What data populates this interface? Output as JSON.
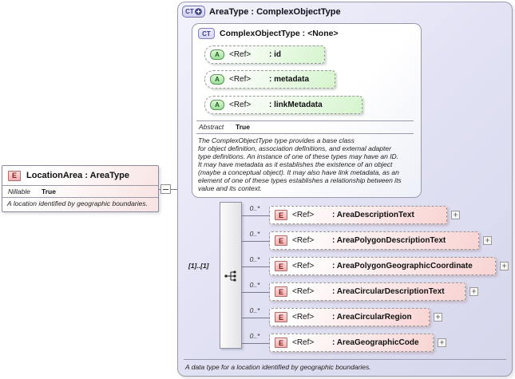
{
  "left_element": {
    "icon_label": "E",
    "title": "LocationArea : AreaType",
    "facet": {
      "name": "Nillable",
      "value": "True"
    },
    "description": "A location identified by geographic boundaries."
  },
  "panel": {
    "icon_label": "CT",
    "title": "AreaType : ComplexObjectType",
    "base_type": {
      "icon_label": "CT",
      "title": "ComplexObjectType : <None>",
      "attributes": [
        {
          "icon_label": "A",
          "ref": "<Ref>",
          "name": ": id"
        },
        {
          "icon_label": "A",
          "ref": "<Ref>",
          "name": ": metadata"
        },
        {
          "icon_label": "A",
          "ref": "<Ref>",
          "name": ": linkMetadata"
        }
      ],
      "facet": {
        "name": "Abstract",
        "value": "True"
      },
      "description": "The ComplexObjectType type provides a base class\nfor object definition, association definitions, and external adapter\ntype definitions. An instance of one of these types may have an ID.\nIt may have metadata as it establishes the existence of an object\n(maybe a conceptual object). It may also have link metadata, as an\nelement of one of these types establishes a relationship between its\nvalue and its context."
    },
    "sequence": {
      "cardinality": "[1]..[1]",
      "expand_label": "+",
      "elements": [
        {
          "occurs": "0..*",
          "icon_label": "E",
          "ref": "<Ref>",
          "name": ": AreaDescriptionText"
        },
        {
          "occurs": "0..*",
          "icon_label": "E",
          "ref": "<Ref>",
          "name": ": AreaPolygonDescriptionText"
        },
        {
          "occurs": "0..*",
          "icon_label": "E",
          "ref": "<Ref>",
          "name": ": AreaPolygonGeographicCoordinate"
        },
        {
          "occurs": "0..*",
          "icon_label": "E",
          "ref": "<Ref>",
          "name": ": AreaCircularDescriptionText"
        },
        {
          "occurs": "0..*",
          "icon_label": "E",
          "ref": "<Ref>",
          "name": ": AreaCircularRegion"
        },
        {
          "occurs": "0..*",
          "icon_label": "E",
          "ref": "<Ref>",
          "name": ": AreaGeographicCode"
        }
      ]
    },
    "description": "A data type for a location identified by geographic boundaries."
  },
  "colors": {
    "panel_bg": "#e3e3f5",
    "attribute_green": "#d8f5d0",
    "element_pink": "#f9d6d6",
    "line": "#777790"
  }
}
